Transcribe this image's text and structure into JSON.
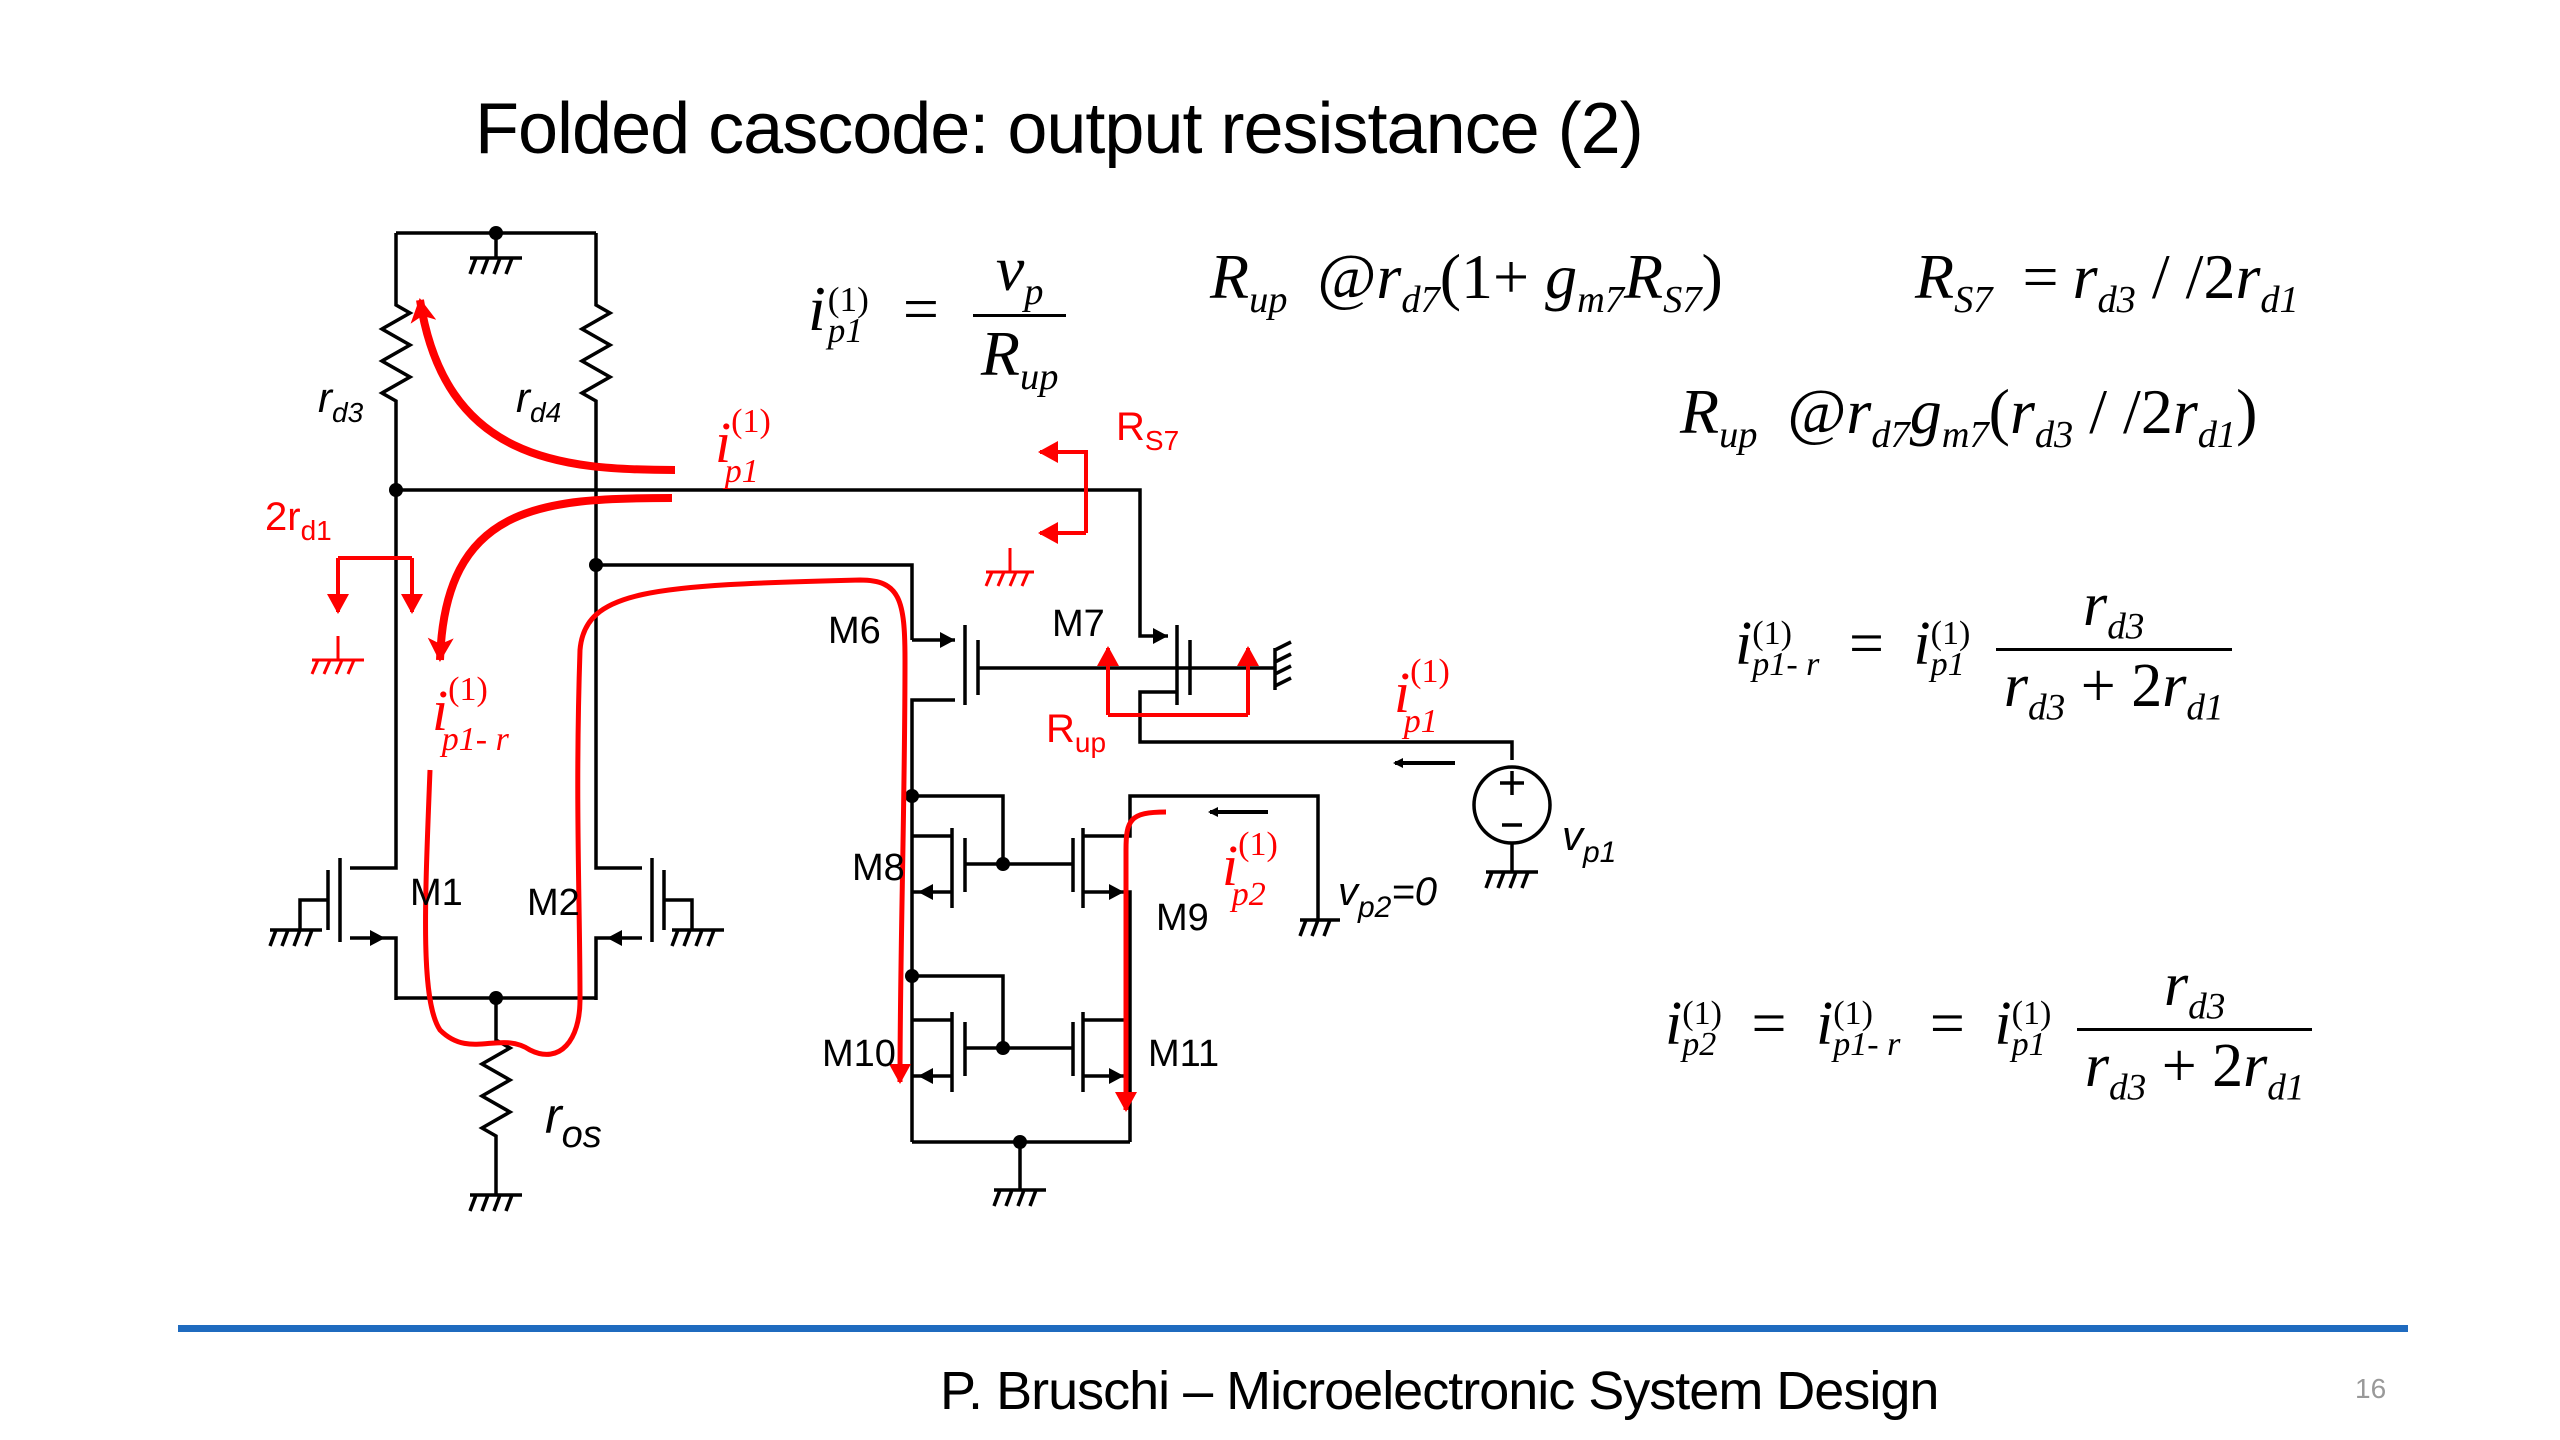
{
  "slide": {
    "title": "Folded cascode: output resistance (2)",
    "footer": "P. Bruschi – Microelectronic System Design",
    "page_number": "16",
    "accent_color": "#1f6bbf",
    "highlight_color": "#ff0000"
  },
  "equations": {
    "eq1": {
      "lhs": "i",
      "lhs_sup": "(1)",
      "lhs_sub": "p1",
      "eq": "=",
      "num": "v",
      "num_sub": "p",
      "den": "R",
      "den_sub": "up"
    },
    "eq2": {
      "lhs": "R",
      "lhs_sub": "up",
      "approx": "@",
      "rhs": "r",
      "rhs_sub": "d7",
      "paren_open": "(1+ ",
      "g": "g",
      "g_sub": "m7",
      "R": "R",
      "R_sub": "S7",
      "paren_close": ")"
    },
    "eq3": {
      "lhs": "R",
      "lhs_sub": "S7",
      "eq": "=",
      "a": "r",
      "a_sub": "d3",
      "par": " / /2",
      "b": "r",
      "b_sub": "d1"
    },
    "eq4": {
      "lhs": "R",
      "lhs_sub": "up",
      "approx": "@",
      "a": "r",
      "a_sub": "d7",
      "g": "g",
      "g_sub": "m7",
      "open": "(",
      "b": "r",
      "b_sub": "d3",
      "par": " / /2",
      "c": "r",
      "c_sub": "d1",
      "close": ")"
    },
    "eq5": {
      "lhs": "i",
      "lhs_sup": "(1)",
      "lhs_sub": "p1- r",
      "eq": "=",
      "rhs": "i",
      "rhs_sup": "(1)",
      "rhs_sub": "p1",
      "num": "r",
      "num_sub": "d3",
      "den_a": "r",
      "den_a_sub": "d3",
      "den_plus": " + 2",
      "den_b": "r",
      "den_b_sub": "d1"
    },
    "eq6": {
      "lhs": "i",
      "lhs_sup": "(1)",
      "lhs_sub": "p2",
      "eq": "=",
      "mid": "i",
      "mid_sup": "(1)",
      "mid_sub": "p1- r",
      "eq2": "=",
      "rhs": "i",
      "rhs_sup": "(1)",
      "rhs_sub": "p1",
      "num": "r",
      "num_sub": "d3",
      "den_a": "r",
      "den_a_sub": "d3",
      "den_plus": " + 2",
      "den_b": "r",
      "den_b_sub": "d1"
    }
  },
  "circuit": {
    "labels": {
      "rd3": "r",
      "rd3_sub": "d3",
      "rd4": "r",
      "rd4_sub": "d4",
      "ros": "r",
      "ros_sub": "os",
      "M1": "M1",
      "M2": "M2",
      "M6": "M6",
      "M7": "M7",
      "M8": "M8",
      "M9": "M9",
      "M10": "M10",
      "M11": "M11",
      "vp1": "v",
      "vp1_sub": "p1",
      "vp2": "v",
      "vp2_sub": "p2",
      "vp2_val": "=0",
      "plus": "+",
      "minus": "–"
    },
    "red_labels": {
      "ip1_top": "i",
      "ip1_top_sup": "(1)",
      "ip1_top_sub": "p1",
      "two_rd1": "2r",
      "two_rd1_sub": "d1",
      "ip1r": "i",
      "ip1r_sup": "(1)",
      "ip1r_sub": "p1- r",
      "rs7": "R",
      "rs7_sub": "S7",
      "rup": "R",
      "rup_sub": "up",
      "ip1_right": "i",
      "ip1_right_sup": "(1)",
      "ip1_right_sub": "p1",
      "ip2": "i",
      "ip2_sup": "(1)",
      "ip2_sub": "p2"
    }
  }
}
